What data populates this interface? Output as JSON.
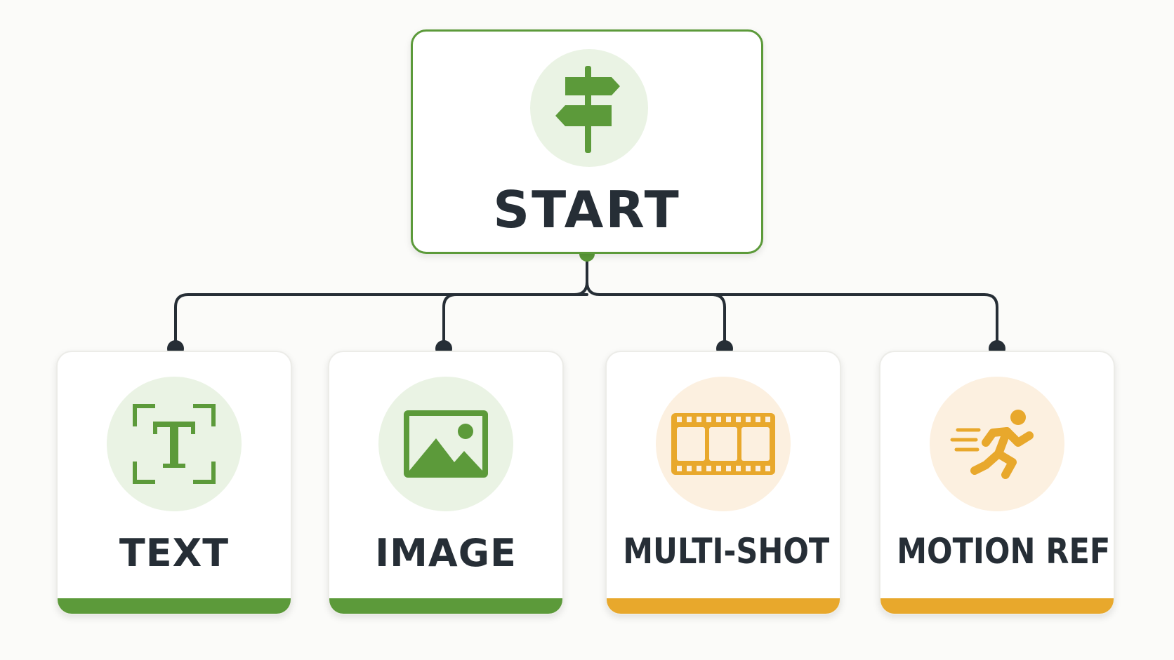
{
  "root": {
    "label": "START",
    "icon": "signpost-icon",
    "color": "#5c9a3a"
  },
  "options": [
    {
      "label": "TEXT",
      "icon": "text-frame-icon",
      "color": "#5c9a3a"
    },
    {
      "label": "IMAGE",
      "icon": "image-icon",
      "color": "#5c9a3a"
    },
    {
      "label": "MULTI-SHOT",
      "icon": "film-strip-icon",
      "color": "#e8a82c"
    },
    {
      "label": "MOTION REF",
      "icon": "running-person-icon",
      "color": "#e8a82c"
    }
  ],
  "colors": {
    "green": "#5c9a3a",
    "green_light": "#eaf3e4",
    "amber": "#e8a82c",
    "amber_light": "#fcf0e0",
    "connector": "#262e36",
    "text": "#262e36"
  }
}
